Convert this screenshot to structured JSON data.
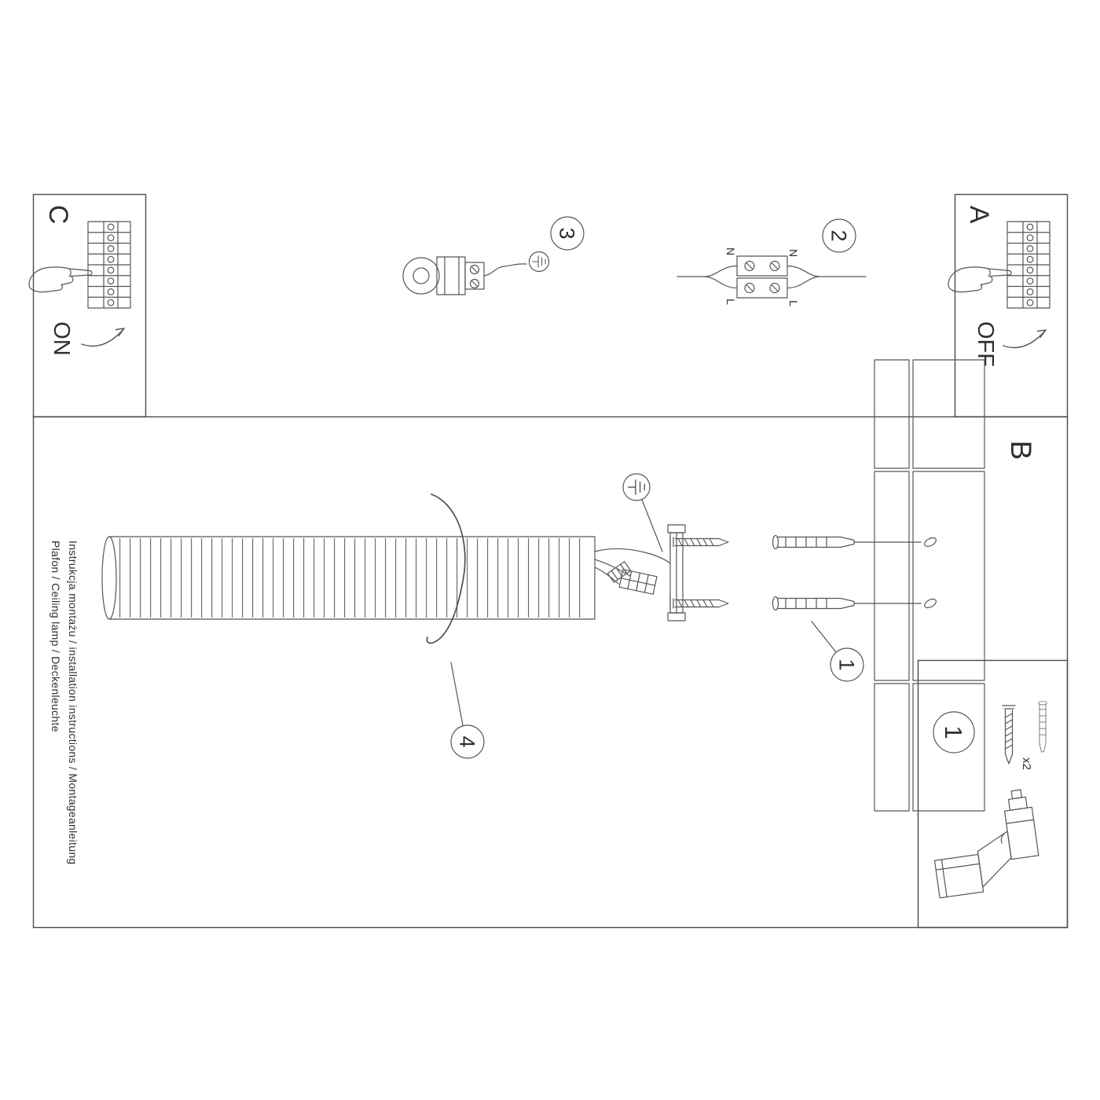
{
  "sheet": {
    "doc_line1": "Instrukcja montażu / installation instructions / Montageanleitung",
    "doc_line2": "Plafon / Ceiling lamp / Deckenleuchte"
  },
  "panel_a": {
    "label": "A",
    "switch": "OFF"
  },
  "panel_b": {
    "label": "B"
  },
  "panel_c": {
    "label": "C",
    "switch": "ON"
  },
  "step2": {
    "marker": "2",
    "labels": {
      "nl": "N",
      "ll": "L",
      "nr": "N",
      "lr": "L"
    }
  },
  "step3": {
    "marker": "3"
  },
  "main": {
    "marker1": "1",
    "marker4": "4"
  },
  "parts": {
    "marker": "1",
    "qty": "x2"
  },
  "colors": {
    "line": "#565656",
    "text": "#2f2f2f",
    "background": "#ffffff"
  },
  "icons": {
    "ground": "earth-symbol",
    "press_hand": "hand-outline-pressing-terminal",
    "rotate_arrow": "curved-arrow",
    "terminal_strip": "screw-terminal-block",
    "screw": "threaded-screw",
    "wall_plug": "expansion-anchor",
    "drill": "power-drill",
    "lamp_holder": "socket-with-ring",
    "drill_hole": "ellipse-hole"
  }
}
